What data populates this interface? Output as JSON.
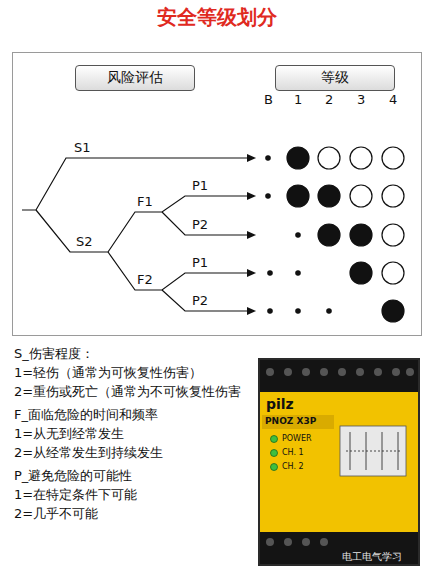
{
  "diagram": {
    "title": "安全等级划分",
    "nodes": [
      {
        "text": [
          "风险评估"
        ]
      },
      {
        "text": [
          "等级"
        ]
      }
    ],
    "labels": [
      "B",
      "1",
      "2",
      "3",
      "4",
      "S1",
      "S2",
      "F1",
      "P1",
      "P2",
      "F2",
      "P1",
      "P2",
      "S_伤害程度：",
      "1=轻伤（通常为可恢复性伤害）",
      "2=重伤或死亡（通常为不可恢复性伤害",
      "F_面临危险的时间和频率",
      "1=从无到经常发生",
      "2=从经常发生到持续发生",
      "P_避免危险的可能性",
      "1=在特定条件下可能",
      "2=几乎不可能",
      "pilz",
      "PNOZ X3P",
      "POWER",
      "CH. 1",
      "CH. 2",
      "电工电气学习"
    ]
  }
}
